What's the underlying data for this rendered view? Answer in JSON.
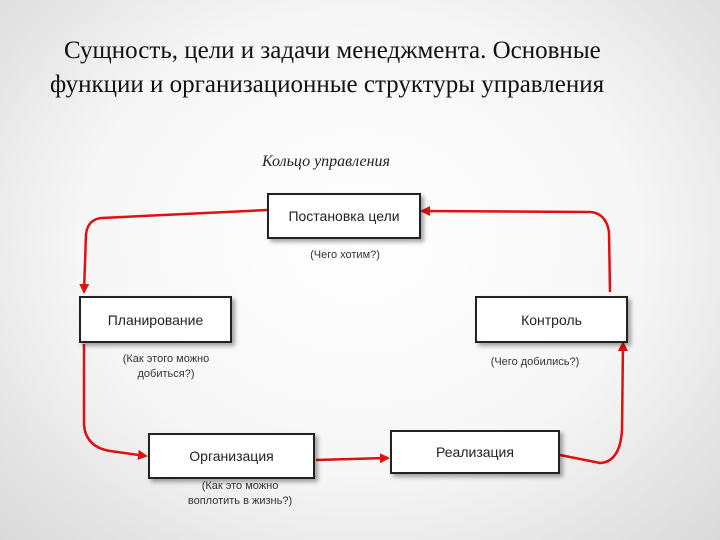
{
  "slide": {
    "title_line1": "Сущность, цели и задачи менеджмента. Основные",
    "title_line2": "функции и организационные структуры управления",
    "subtitle": "Кольцо управления"
  },
  "diagram": {
    "arrow_color": "#e01010",
    "nodes": [
      {
        "id": "goal",
        "label": "Постановка цели",
        "note_lines": [
          "(Чего хотим?)"
        ]
      },
      {
        "id": "control",
        "label": "Контроль",
        "note_lines": [
          "(Чего добились?)"
        ]
      },
      {
        "id": "realization",
        "label": "Реализация",
        "note_lines": []
      },
      {
        "id": "organization",
        "label": "Организация",
        "note_lines": [
          "(Как это можно",
          "воплотить в жизнь?)"
        ]
      },
      {
        "id": "planning",
        "label": "Планирование",
        "note_lines": [
          "(Как этого можно",
          "добиться?)"
        ]
      }
    ],
    "edges": [
      {
        "from": "goal",
        "to": "planning"
      },
      {
        "from": "planning",
        "to": "organization"
      },
      {
        "from": "organization",
        "to": "realization"
      },
      {
        "from": "realization",
        "to": "control"
      },
      {
        "from": "control",
        "to": "goal"
      }
    ]
  }
}
